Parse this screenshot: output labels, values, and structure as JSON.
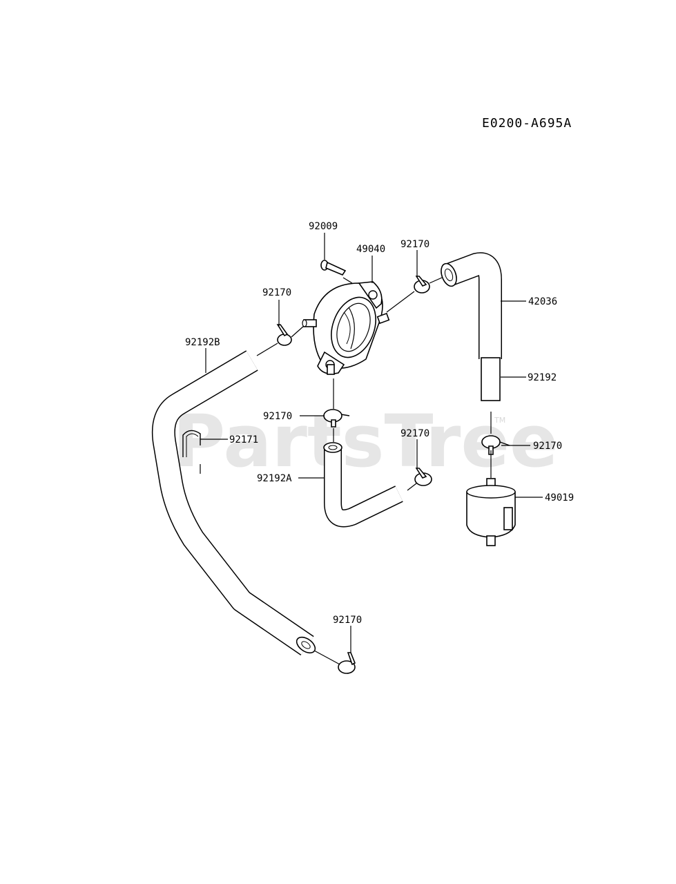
{
  "diagram": {
    "code": "E0200-A695A",
    "watermark": "PartsTree",
    "watermark_tm": "TM"
  },
  "labels": {
    "p92009": "92009",
    "p49040": "49040",
    "p92170_top": "92170",
    "p42036": "42036",
    "p92170_left": "92170",
    "p92192B": "92192B",
    "p92192": "92192",
    "p92170_center": "92170",
    "p92171": "92171",
    "p92170_mid": "92170",
    "p92170_right": "92170",
    "p92192A": "92192A",
    "p49019": "49019",
    "p92170_bottom": "92170"
  }
}
